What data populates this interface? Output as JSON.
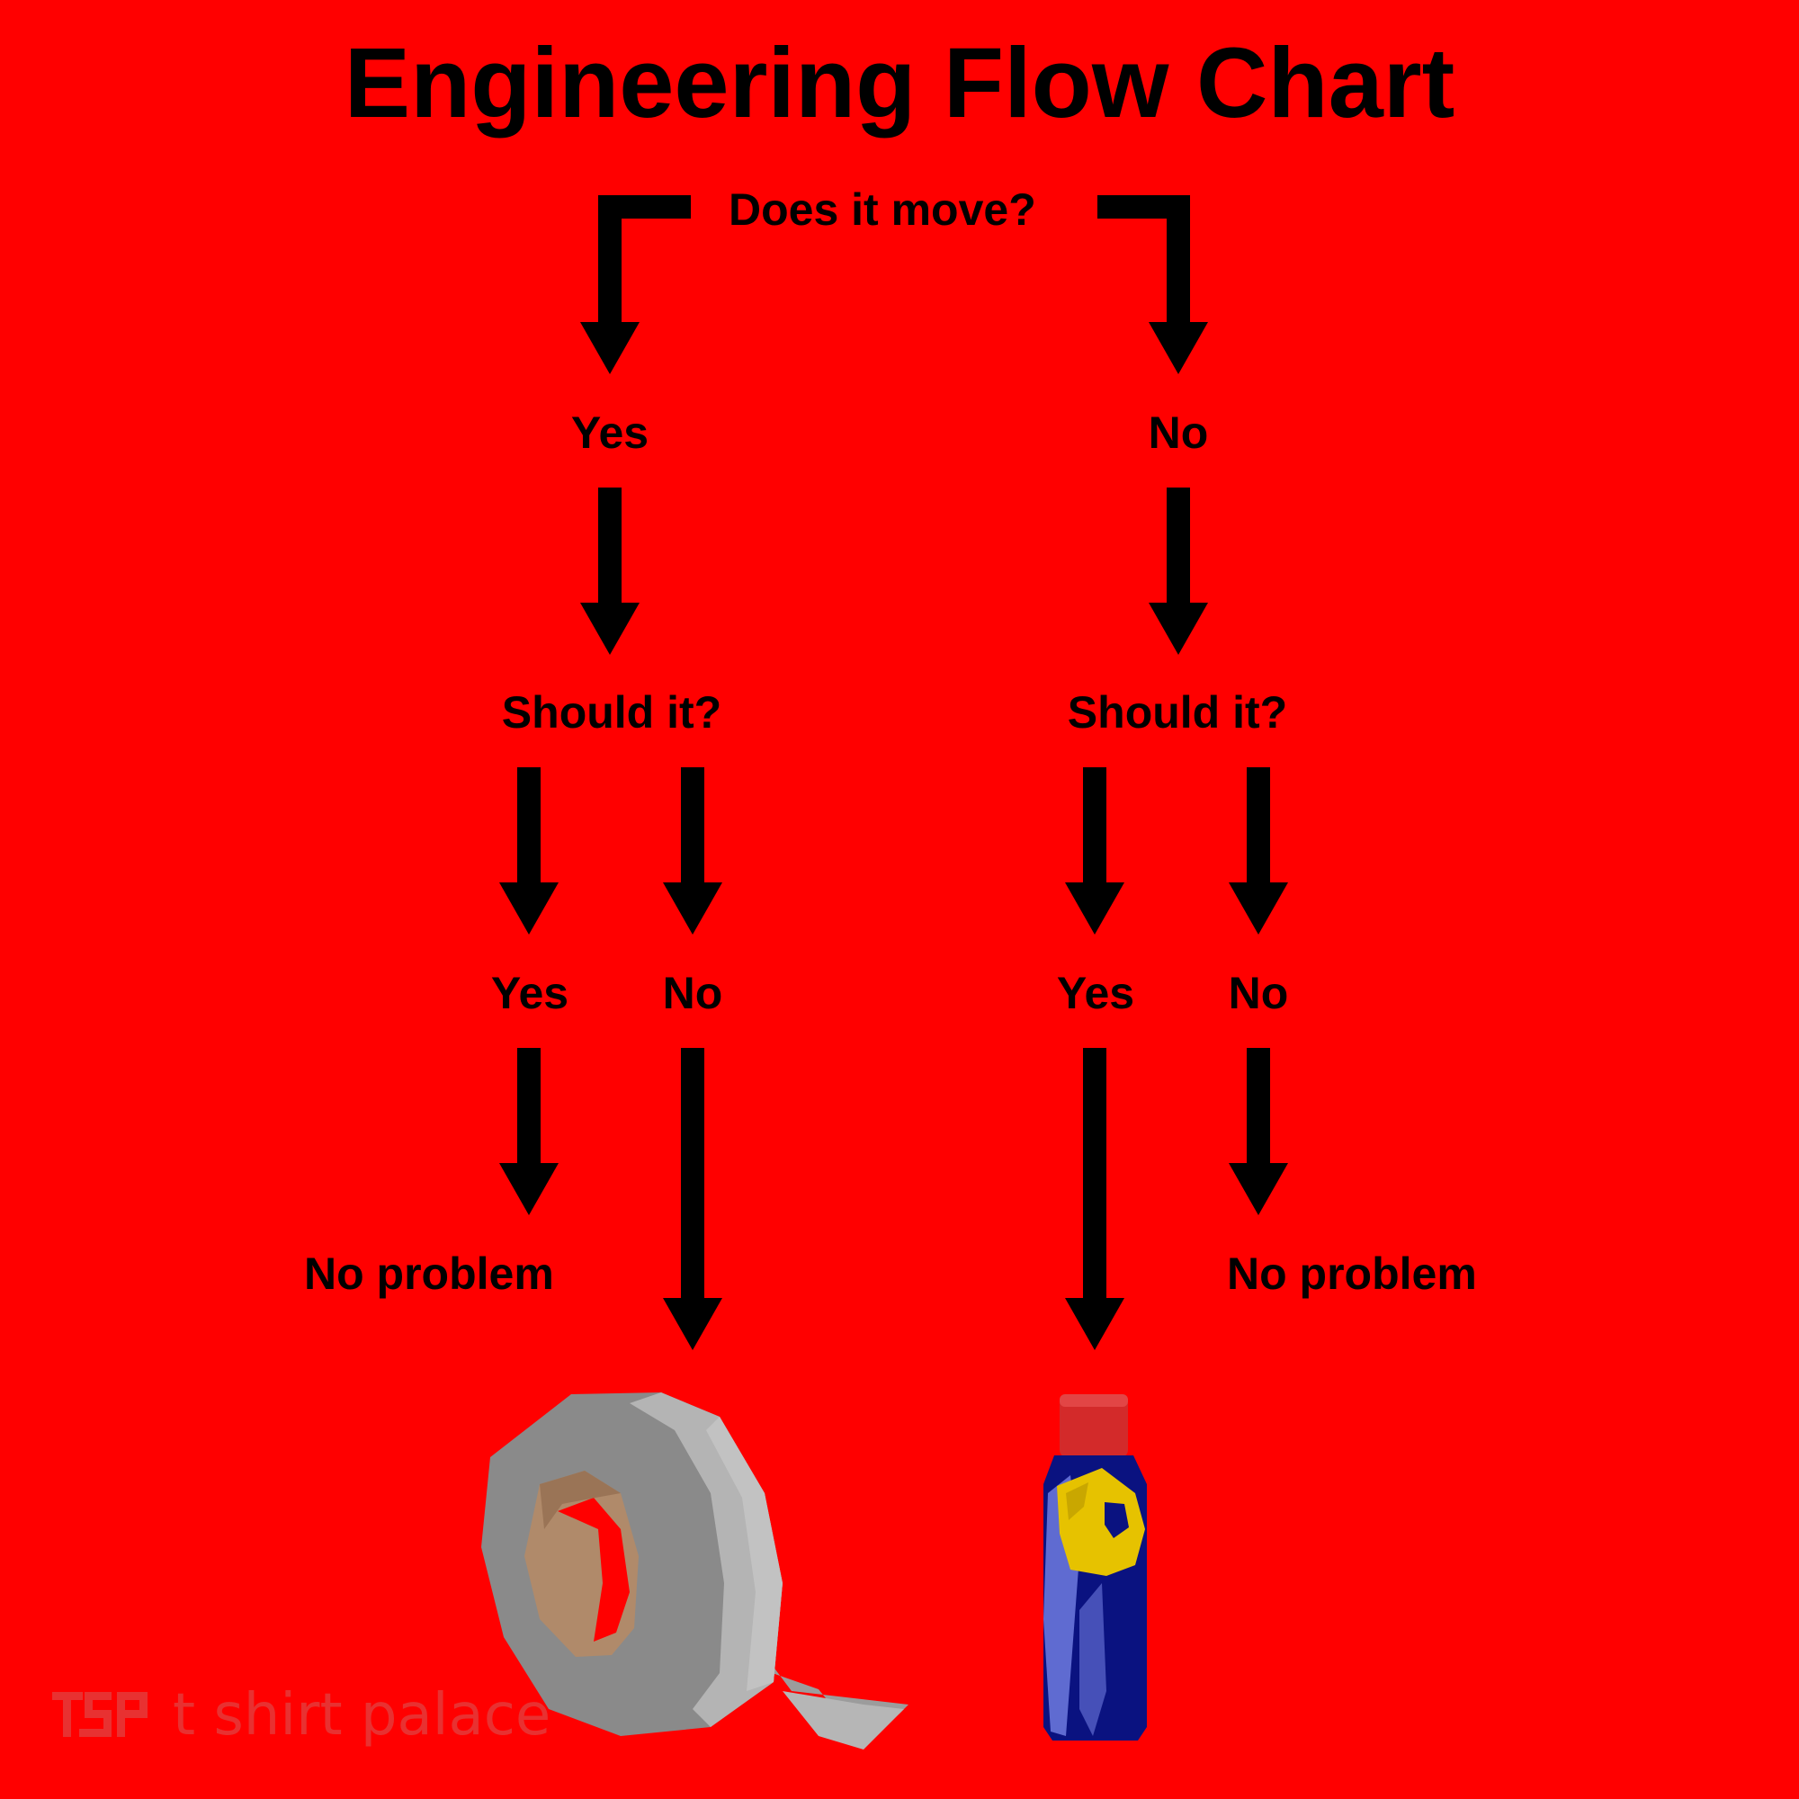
{
  "title": "Engineering Flow Chart",
  "root": {
    "question": "Does it move?"
  },
  "left_branch": {
    "answer": "Yes",
    "question": "Should it?",
    "yes": {
      "label": "Yes",
      "result": "No problem"
    },
    "no": {
      "label": "No",
      "result_icon": "duct-tape-icon"
    }
  },
  "right_branch": {
    "answer": "No",
    "question": "Should it?",
    "yes": {
      "label": "Yes",
      "result_icon": "lubricant-spray-can-icon"
    },
    "no": {
      "label": "No",
      "result": "No problem"
    }
  },
  "watermark": {
    "logo": "TSP",
    "text": "t shirt palace"
  },
  "colors": {
    "background": "#ff0000",
    "ink": "#000000",
    "tape": "#a8a8a8",
    "can_body": "#0a1280",
    "can_cap": "#d32a2a",
    "can_label": "#e6c200"
  }
}
